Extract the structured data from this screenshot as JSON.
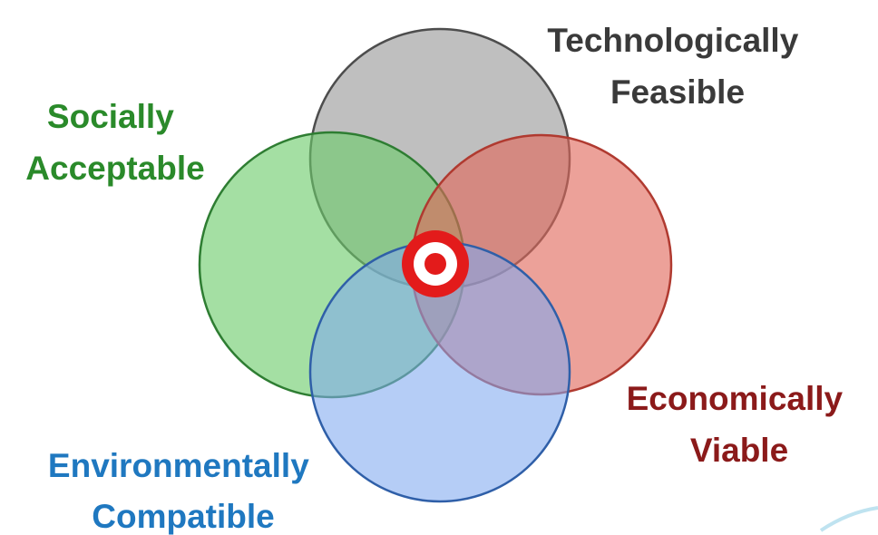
{
  "diagram": {
    "circles": [
      {
        "id": "technological",
        "label_lines": [
          "Technologically",
          "Feasible"
        ],
        "fill": "#a6a6a6",
        "stroke": "#4d4d4d",
        "text_color": "#3a3a3a"
      },
      {
        "id": "social",
        "label_lines": [
          "Socially",
          "Acceptable"
        ],
        "fill": "#6ccb6a",
        "stroke": "#2e7d32",
        "text_color": "#2a8a2a"
      },
      {
        "id": "economic",
        "label_lines": [
          "Economically",
          "Viable"
        ],
        "fill": "#e0675a",
        "stroke": "#b03a30",
        "text_color": "#8b1a1a"
      },
      {
        "id": "environmental",
        "label_lines": [
          "Environmentally",
          "Compatible"
        ],
        "fill": "#7fa8ef",
        "stroke": "#2f5fa8",
        "text_color": "#1f78c0"
      }
    ],
    "target": {
      "ring_color": "#e31b1b",
      "gap_color": "#ffffff"
    }
  }
}
